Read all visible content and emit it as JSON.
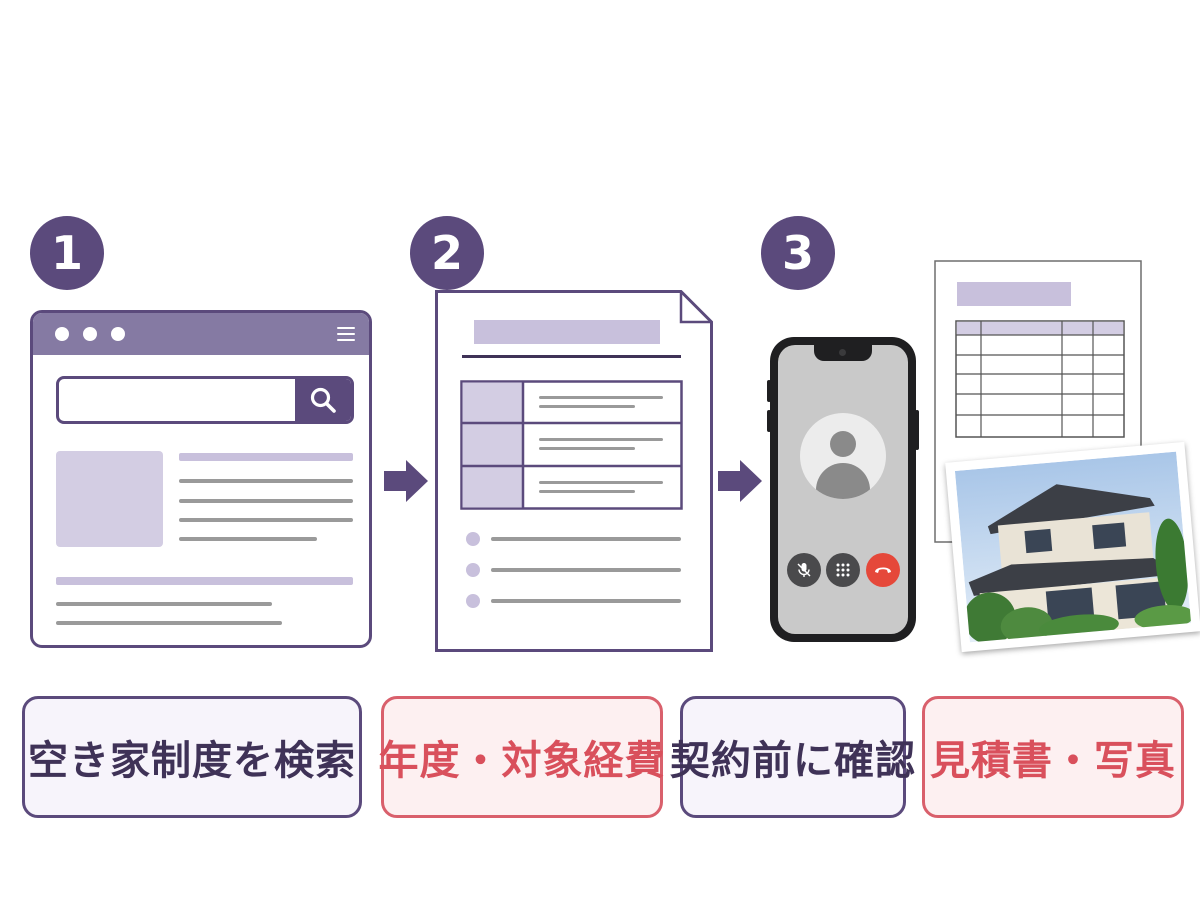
{
  "steps": [
    {
      "number": "1"
    },
    {
      "number": "2"
    },
    {
      "number": "3"
    }
  ],
  "labels": [
    {
      "text": "空き家制度を検索",
      "style": "purple"
    },
    {
      "text": "年度・対象経費",
      "style": "red"
    },
    {
      "text": "契約前に確認",
      "style": "purple"
    },
    {
      "text": "見積書・写真",
      "style": "red"
    }
  ],
  "icons": {
    "browser": "browser-window-icon",
    "search": "search-icon",
    "menu": "hamburger-menu-icon",
    "document": "document-icon",
    "phone": "phone-call-icon",
    "mute": "mute-microphone-icon",
    "keypad": "keypad-icon",
    "hangup": "hang-up-icon",
    "estimate": "estimate-sheet-icon",
    "photo": "house-photo-icon",
    "arrow": "arrow-right-icon"
  },
  "colors": {
    "primary_purple": "#5b4a7c",
    "light_purple": "#c8c0dc",
    "accent_red": "#d9606c",
    "hangup_red": "#e5483a"
  }
}
